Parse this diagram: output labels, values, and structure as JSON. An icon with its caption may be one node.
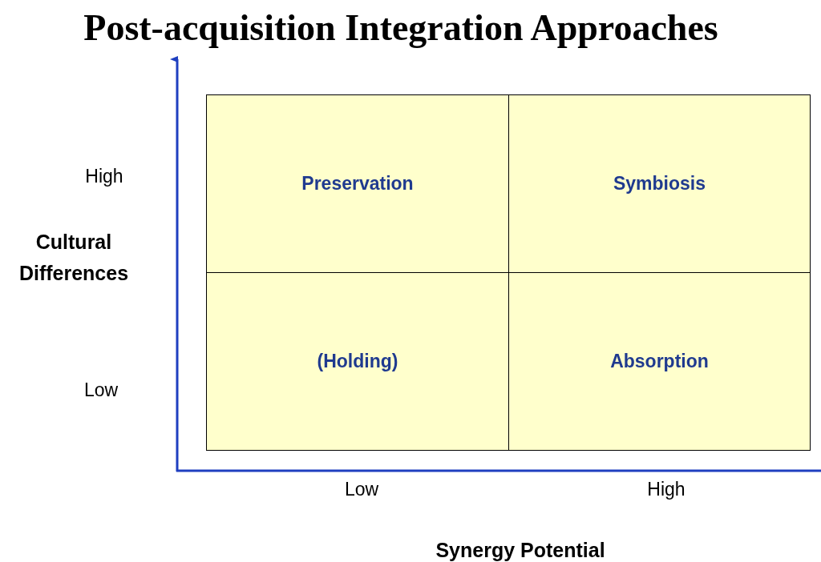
{
  "diagram": {
    "title": "Post-acquisition Integration Approaches",
    "nodes": [
      {
        "text": [
          "Preservation"
        ]
      },
      {
        "text": [
          "Symbiosis"
        ]
      },
      {
        "text": [
          "(Holding)"
        ]
      },
      {
        "text": [
          "Absorption"
        ]
      }
    ],
    "labels": [
      "High",
      "Cultural Differences",
      "Low",
      "Low",
      "High",
      "Synergy Potential"
    ]
  }
}
